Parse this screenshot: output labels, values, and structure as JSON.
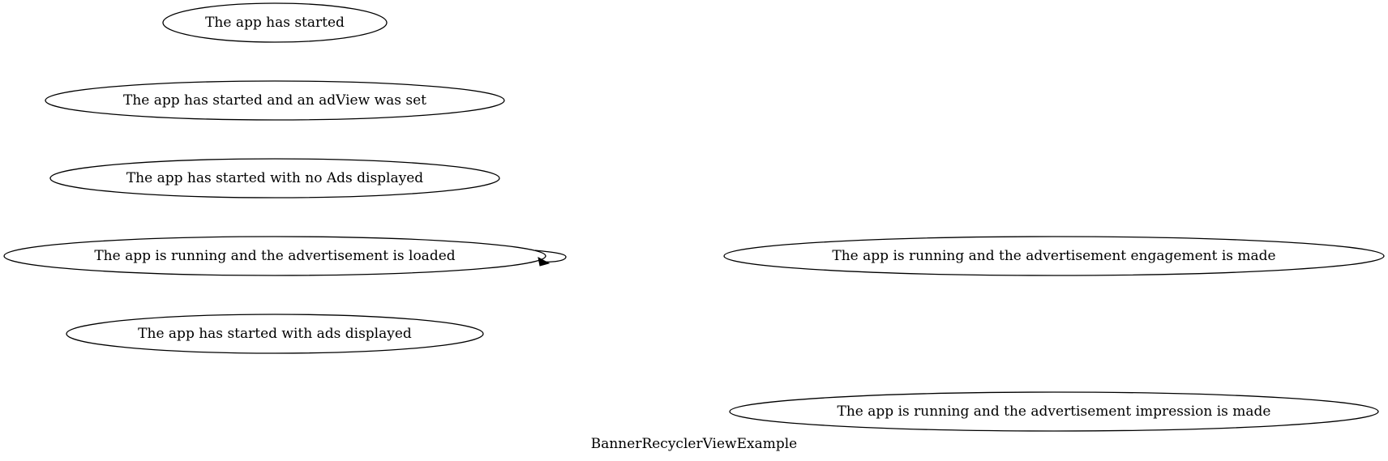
{
  "graph": {
    "label": "BannerRecyclerViewExample"
  },
  "nodes": [
    {
      "id": "started",
      "label": "The app has started"
    },
    {
      "id": "started_adview",
      "label": "The app has started and an adView was set"
    },
    {
      "id": "started_no_ads",
      "label": "The app has started with no Ads displayed"
    },
    {
      "id": "running_loaded",
      "label": "The app is running and the advertisement is loaded"
    },
    {
      "id": "started_ads",
      "label": "The app has started with ads displayed"
    },
    {
      "id": "running_engagement",
      "label": "The app is running and the advertisement engagement is made"
    },
    {
      "id": "running_impression",
      "label": "The app is running and the advertisement impression is made"
    }
  ],
  "edges": [
    {
      "from": "running_loaded",
      "to": "running_loaded"
    }
  ]
}
